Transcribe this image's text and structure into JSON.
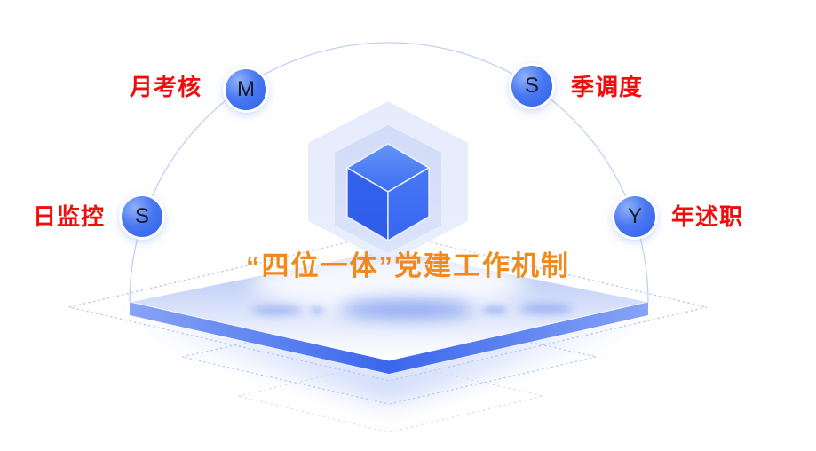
{
  "title": {
    "text": "“四位一体”党建工作机制",
    "color": "#f28a1b"
  },
  "nodes": [
    {
      "letter": "M",
      "label": "月考核",
      "position": "top-left"
    },
    {
      "letter": "S",
      "label": "季调度",
      "position": "top-right"
    },
    {
      "letter": "S",
      "label": "日监控",
      "position": "left"
    },
    {
      "letter": "Y",
      "label": "年述职",
      "position": "right"
    }
  ],
  "icons": {
    "center": "cube-icon",
    "center_backdrop": "hexagon-layers",
    "base": "isometric-platform"
  },
  "colors": {
    "label_red": "#f20d0d",
    "title_orange": "#f28a1b",
    "node_blue": "#3d6ef0",
    "cube_blue": "#3b6cf0",
    "platform_edge_blue": "#4470ee",
    "platform_face_light": "#c9d6f8",
    "arc_line": "#bfcef4",
    "dotted_outline": "#b5c6f4"
  }
}
